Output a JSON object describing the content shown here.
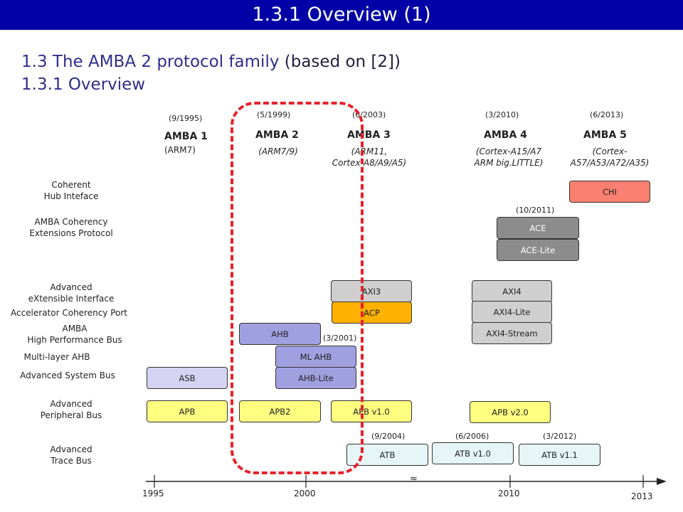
{
  "slide_title": "1.3.1 Overview (1)",
  "heading1_a": "1.3 The AMBA 2 protocol family",
  "heading1_b": "(based on [2])",
  "heading2": "1.3.1 Overview",
  "row_labels": {
    "chi": "Coherent\nHub Inteface",
    "ace": "AMBA Coherency\nExtensions Protocol",
    "axi": "Advanced\neXtensible Interface",
    "acp": "Accelerator Coherency Port",
    "ahb": "AMBA\nHigh Performance Bus",
    "mlahb": "Multi-layer AHB",
    "asb": "Advanced System Bus",
    "apb": "Advanced\nPeripheral Bus",
    "atb": "Advanced\nTrace Bus"
  },
  "generations": [
    {
      "date": "(9/1995)",
      "name": "AMBA 1",
      "cores": "(ARM7)"
    },
    {
      "date": "(5/1999)",
      "name": "AMBA 2",
      "cores": "(ARM7/9)"
    },
    {
      "date": "(6/2003)",
      "name": "AMBA 3",
      "cores": "(ARM11,\nCortex-A8/A9/A5)"
    },
    {
      "date": "(3/2010)",
      "name": "AMBA 4",
      "cores": "(Cortex-A15/A7\nARM big.LITTLE)"
    },
    {
      "date": "(6/2013)",
      "name": "AMBA 5",
      "cores": "(Cortex-\nA57/A53/A72/A35)"
    }
  ],
  "boxes": {
    "chi": "CHI",
    "ace": "ACE",
    "ace_lite": "ACE-Lite",
    "axi3": "AXI3",
    "axi4": "AXI4",
    "acp": "ACP",
    "axi4_lite": "AXI4-Lite",
    "axi4_stream": "AXI4-Stream",
    "ahb": "AHB",
    "ml_ahb": "ML AHB",
    "ahb_lite": "AHB-Lite",
    "asb": "ASB",
    "apb": "APB",
    "apb2": "APB2",
    "apb_v1": "APB v1.0",
    "apb_v2": "APB v2.0",
    "atb": "ATB",
    "atb_v1": "ATB v1.0",
    "atb_v11": "ATB v1.1"
  },
  "dates": {
    "ace": "(10/2011)",
    "ml_ahb": "(3/2001)",
    "atb": "(9/2004)",
    "atb_v1": "(6/2006)",
    "atb_v11": "(3/2012)"
  },
  "axis": {
    "years": [
      "1995",
      "2000",
      "2010",
      "2013"
    ],
    "break_mark": "≈"
  },
  "colors": {
    "title_bar": "#0000a6",
    "chi": "#fa8072",
    "ace": "#8c8c8c",
    "axi": "#cfcfcf",
    "acp": "#ffb000",
    "ahb": "#a0a0e0",
    "asb": "#d4d4f2",
    "apb": "#ffff80",
    "atb": "#e6f5f5",
    "amba2_highlight": "#e8202a"
  }
}
